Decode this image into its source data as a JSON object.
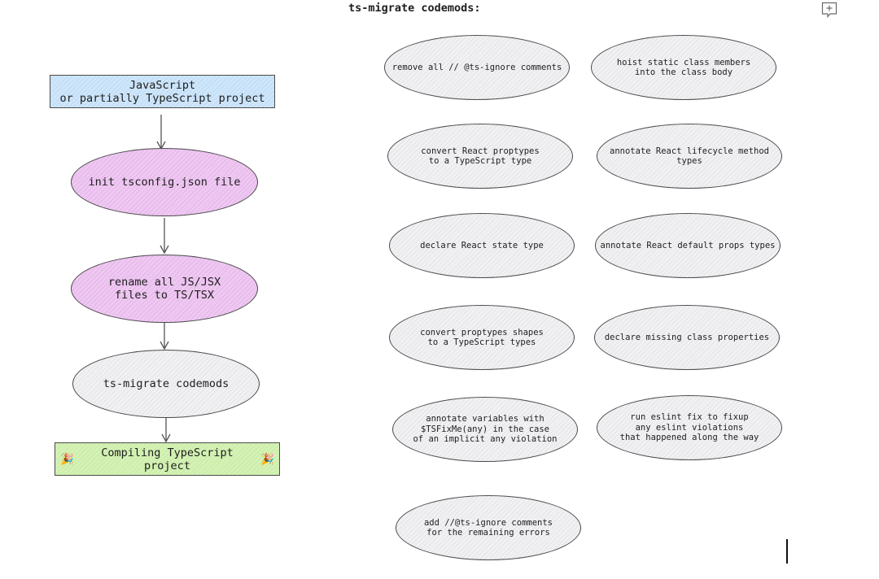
{
  "title": "ts-migrate codemods:",
  "flow": {
    "start": "JavaScript\nor partially TypeScript project",
    "step1": "init tsconfig.json file",
    "step2": "rename all JS/JSX\nfiles to TS/TSX",
    "step3": "ts-migrate codemods",
    "end": "Compiling TypeScript project"
  },
  "codemods": [
    "remove all // @ts-ignore comments",
    "hoist static class members\ninto the class body",
    "convert React proptypes\nto a TypeScript type",
    "annotate React lifecycle method types",
    "declare React state type",
    "annotate React default props types",
    "convert proptypes shapes\nto a TypeScript types",
    "declare missing class properties",
    "annotate variables with\n$TSFixMe(any) in the case\nof an implicit any violation",
    "run eslint fix to fixup\nany eslint violations\nthat happened along the way",
    "add //@ts-ignore comments\nfor the remaining errors"
  ],
  "icons": {
    "add_comment": "add-comment-icon",
    "celebration": "party-popper-icon"
  }
}
